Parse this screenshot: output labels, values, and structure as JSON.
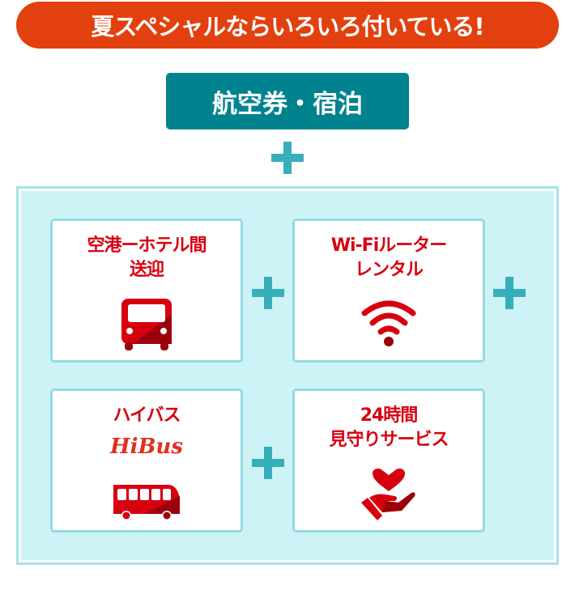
{
  "banner": "夏スペシャルならいろいろ付いている!",
  "main_label": "航空券・宿泊",
  "cards": [
    {
      "line1": "空港ーホテル間",
      "line2": "送迎",
      "icon": "bus-front-icon"
    },
    {
      "line1": "Wi-Fiルーター",
      "line2": "レンタル",
      "icon": "wifi-icon"
    },
    {
      "line1": "ハイバス",
      "logo": "HiBus",
      "icon": "bus-side-icon"
    },
    {
      "line1": "24時間",
      "line2": "見守りサービス",
      "icon": "heart-hand-icon"
    }
  ],
  "colors": {
    "banner": "#e2400e",
    "main": "#00838f",
    "plus": "#36afbb",
    "accent": "#d7000f"
  }
}
